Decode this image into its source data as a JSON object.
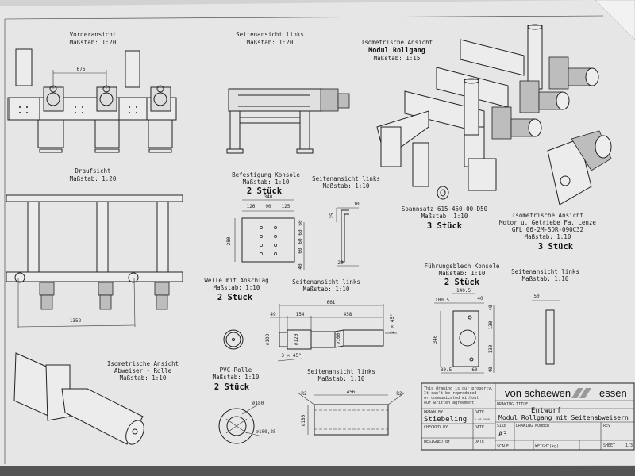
{
  "views": {
    "front": {
      "title": "Vorderansicht",
      "scale": "Maßstab:  1:20",
      "dim": "676"
    },
    "side_top": {
      "title": "Seitenansicht links",
      "scale": "Maßstab:  1:20"
    },
    "iso_module": {
      "title": "Isometrische Ansicht",
      "subtitle": "Modul Rollgang",
      "scale": "Maßstab:  1:15"
    },
    "top": {
      "title": "Draufsicht",
      "scale": "Maßstab:  1:20",
      "dim": "1352"
    },
    "bracket": {
      "title": "Befestigung Konsole",
      "scale": "Maßstab:  1:10",
      "qty": "2 Stück",
      "dims": {
        "width": "340",
        "a": "126",
        "b": "90",
        "c": "125",
        "height": "280",
        "p1": "60",
        "p2": "60",
        "p3": "60",
        "p4": "60",
        "bottom": "40"
      }
    },
    "bracket_side": {
      "title": "Seitenansicht links",
      "scale": "Maßstab:  1:10",
      "dims": {
        "top": "10",
        "h": "25",
        "bottom": "20"
      }
    },
    "clamp": {
      "title": "Spannsatz 615-450-00-D50",
      "scale": "Maßstab:  1:10",
      "qty": "3 Stück"
    },
    "motor": {
      "title": "Isometrische Ansicht",
      "line2": "Motor u. Getriebe Fa. Lenze",
      "line3": "GFL 06-2M-SDR-090C32",
      "scale": "Maßstab:  1:10",
      "qty": "3 Stück"
    },
    "shaft": {
      "title": "Welle mit Anschlag",
      "scale": "Maßstab:  1:10",
      "qty": "2 Stück"
    },
    "shaft_side": {
      "title": "Seitenansicht links",
      "scale": "Maßstab:  1:10",
      "dims": {
        "total": "661",
        "a": "49",
        "b": "154",
        "c": "458",
        "d1": "⌀100",
        "d2": "⌀120",
        "d3": "⌀100",
        "chamfer1": "3 × 45°",
        "chamfer2": "2 × 45°"
      }
    },
    "guide": {
      "title": "Führungsblech Konsole",
      "scale": "Maßstab:  1:10",
      "qty": "2 Stück",
      "dims": {
        "top": "140.5",
        "left": "100.5",
        "hole": "40",
        "height": "340",
        "t1": "40",
        "t2": "130",
        "t3": "130",
        "t4": "40",
        "bl": "80.5",
        "br": "60"
      }
    },
    "guide_side": {
      "title": "Seitenansicht links",
      "scale": "Maßstab:  1:10",
      "dim": "50"
    },
    "iso_deflector": {
      "title": "Isometrische Ansicht",
      "subtitle": "Abweiser - Rolle",
      "scale": "Maßstab:  1:10"
    },
    "pvc": {
      "title": "PVC-Rolle",
      "scale": "Maßstab:  1:10",
      "qty": "2 Stück",
      "d_outer": "⌀180",
      "d_inner": "⌀100,25"
    },
    "pvc_side": {
      "title": "Seitenansicht links",
      "scale": "Maßstab:  1:10",
      "length": "456",
      "r1": "R2",
      "r2": "R2",
      "dia": "⌀180"
    }
  },
  "title_block": {
    "notice": [
      "This drawing is our property.",
      "It can't be reproduced",
      "or communicated without",
      "our written agreement."
    ],
    "company_left": "von schaewen",
    "company_right": "essen",
    "drawn_by_label": "DRAWN BY",
    "drawn_by": "Stiebeling",
    "date_label": "DATE",
    "date_value": "1.08.2008",
    "checked_by_label": "CHECKED BY",
    "designed_by_label": "DESIGNED BY",
    "drawing_title_label": "DRAWING TITLE",
    "drawing_title_1": "Entwurf",
    "drawing_title_2": "Modul Rollgang mit Seitenabweisern",
    "size_label": "SIZE",
    "size": "A3",
    "drawing_number_label": "DRAWING NUMBER",
    "rev_label": "REV",
    "scale_label": "SCALE .....",
    "weight_label": "WEIGHT(kg)",
    "sheet_label": "SHEET",
    "sheet": "1/3"
  },
  "colors": {
    "paper": "#e6e6e6",
    "ink": "#222222"
  }
}
